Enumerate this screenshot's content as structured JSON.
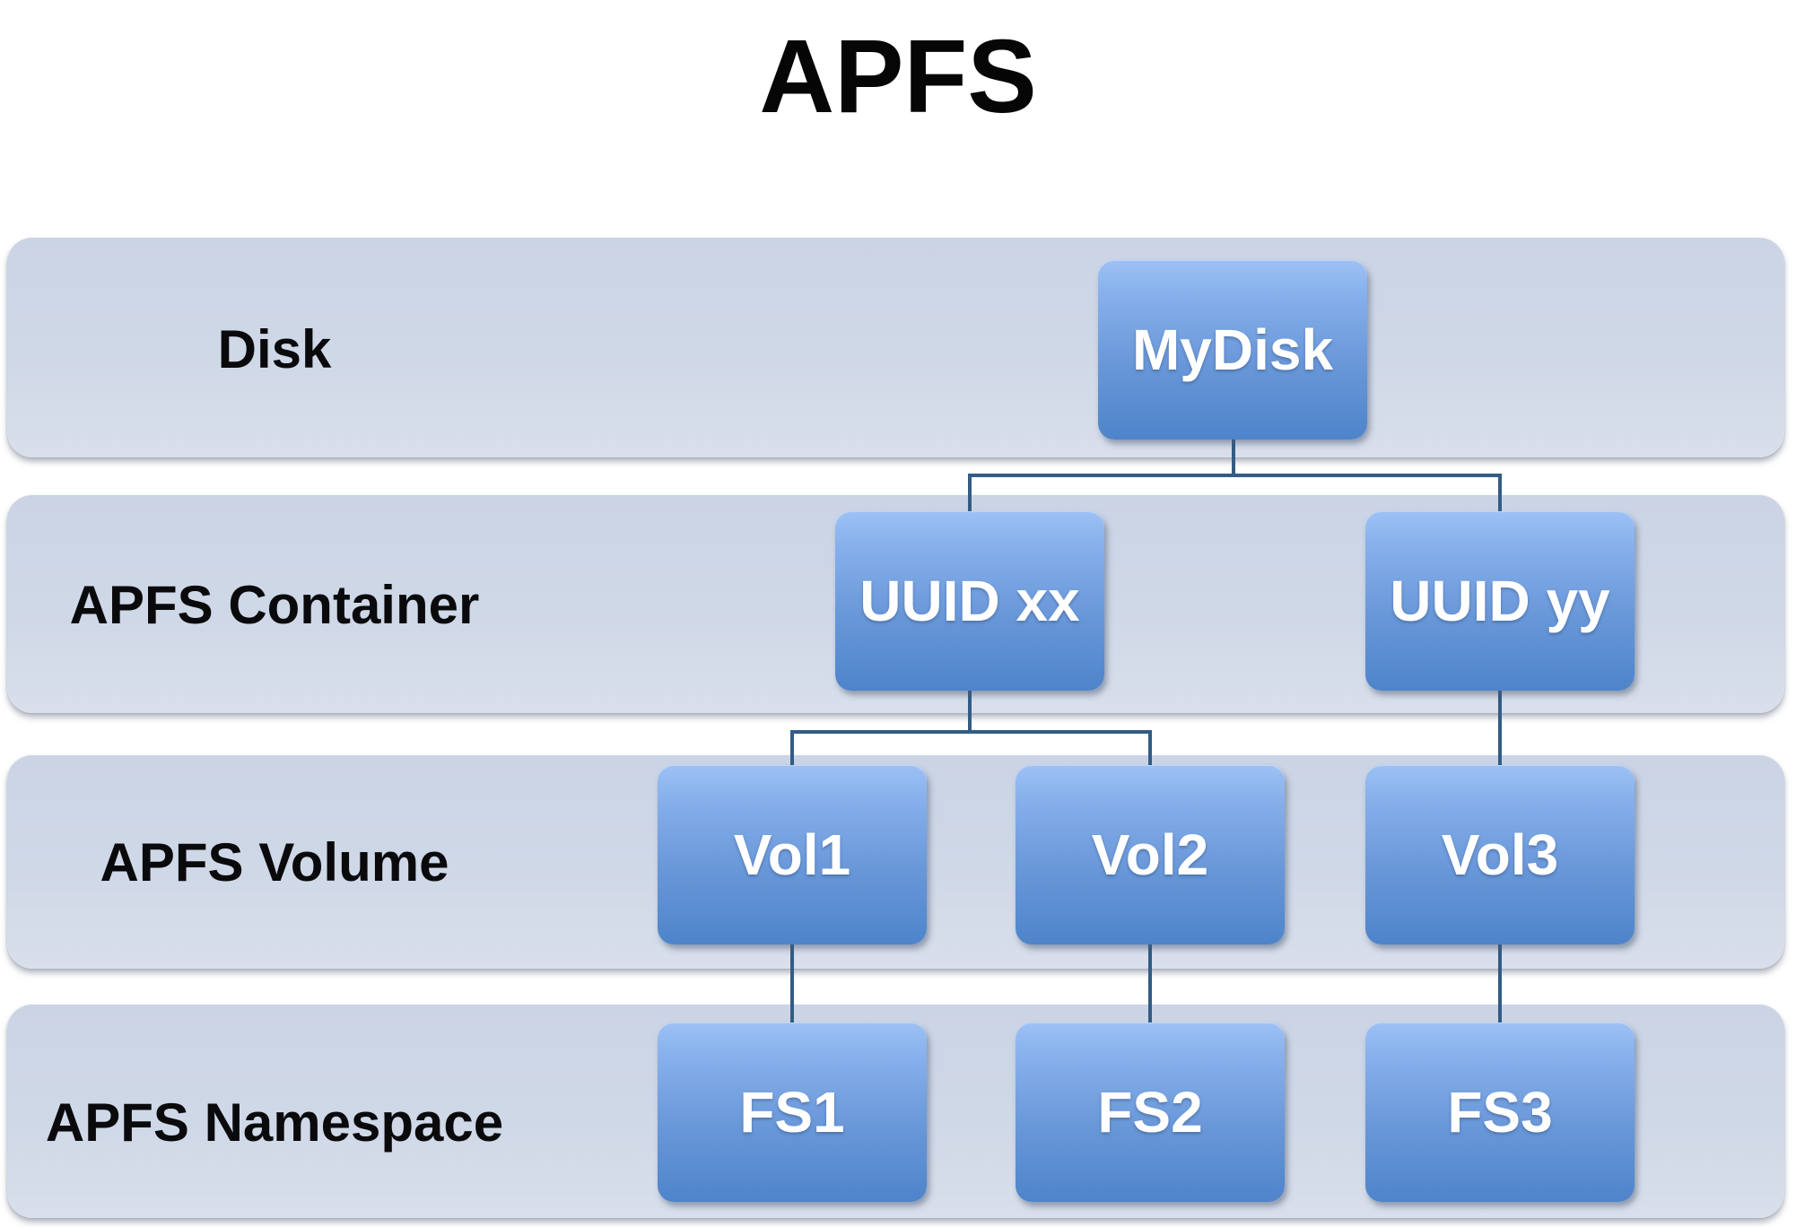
{
  "title": "APFS",
  "diagram": {
    "rows": [
      {
        "label": "Disk",
        "nodes": [
          {
            "id": "mydisk",
            "label": "MyDisk"
          }
        ]
      },
      {
        "label": "APFS Container",
        "nodes": [
          {
            "id": "uuid-xx",
            "label": "UUID xx"
          },
          {
            "id": "uuid-yy",
            "label": "UUID yy"
          }
        ]
      },
      {
        "label": "APFS Volume",
        "nodes": [
          {
            "id": "vol1",
            "label": "Vol1"
          },
          {
            "id": "vol2",
            "label": "Vol2"
          },
          {
            "id": "vol3",
            "label": "Vol3"
          }
        ]
      },
      {
        "label": "APFS Namespace",
        "nodes": [
          {
            "id": "fs1",
            "label": "FS1"
          },
          {
            "id": "fs2",
            "label": "FS2"
          },
          {
            "id": "fs3",
            "label": "FS3"
          }
        ]
      }
    ],
    "edges": [
      {
        "from": "MyDisk",
        "to": "UUID xx"
      },
      {
        "from": "MyDisk",
        "to": "UUID yy"
      },
      {
        "from": "UUID xx",
        "to": "Vol1"
      },
      {
        "from": "UUID xx",
        "to": "Vol2"
      },
      {
        "from": "UUID yy",
        "to": "Vol3"
      },
      {
        "from": "Vol1",
        "to": "FS1"
      },
      {
        "from": "Vol2",
        "to": "FS2"
      },
      {
        "from": "Vol3",
        "to": "FS3"
      }
    ],
    "colors": {
      "band_fill": "#cfd8e7",
      "node_gradient_top": "#9dc1f5",
      "node_gradient_bottom": "#4e84ca",
      "connector": "#335c85",
      "title_text": "#060606",
      "band_label_text": "#0a0a0c",
      "node_text": "#ffffff",
      "page_background": "#ffffff"
    }
  }
}
